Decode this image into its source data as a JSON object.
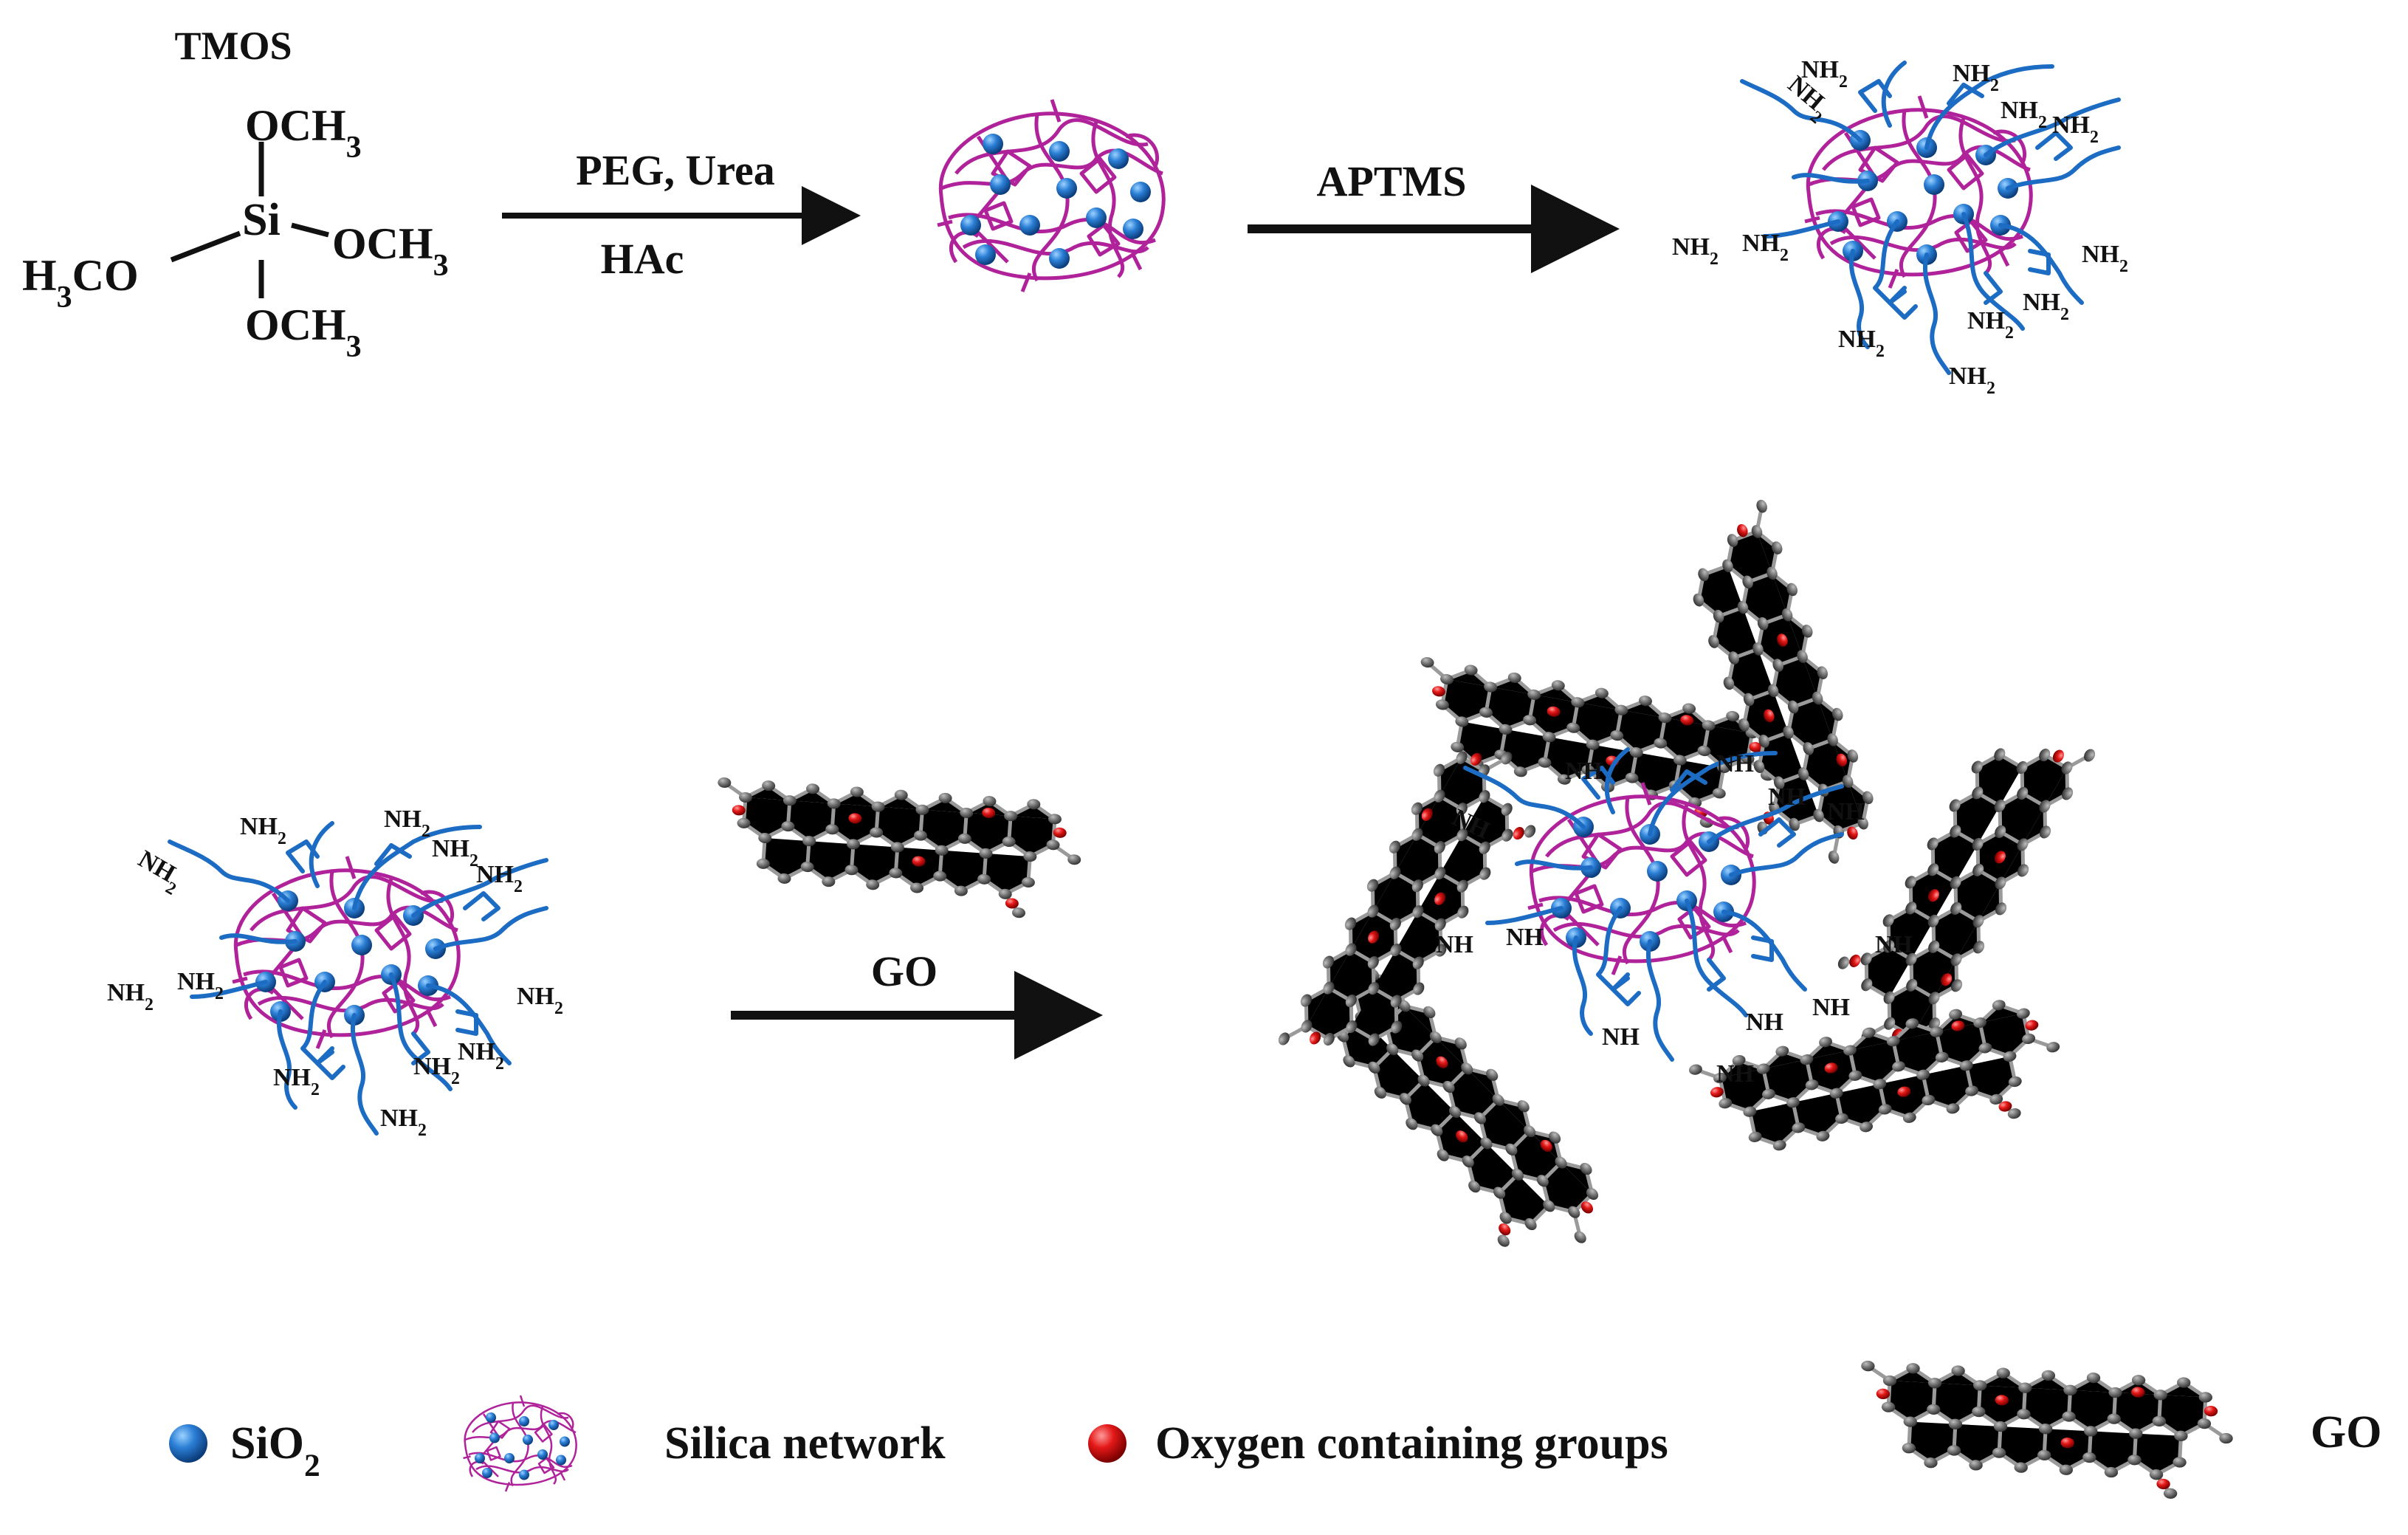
{
  "tmos": {
    "title": "TMOS",
    "center": "Si",
    "top": "OCH3",
    "right": "OCH3",
    "bottom": "OCH3",
    "left": "H3CO"
  },
  "step1": {
    "reagent_top": "PEG, Urea",
    "reagent_bottom": "HAc"
  },
  "step2": {
    "reagent_top": "APTMS"
  },
  "step3": {
    "reagent_top": "GO"
  },
  "amine_label": "NH2",
  "imine_label": "NH",
  "legend": {
    "sio2": "SiO2",
    "silica_network": "Silica network",
    "oxygen_groups": "Oxygen containing groups",
    "go": "GO"
  },
  "colors": {
    "network": "#b0229a",
    "sphere": "#1f6fc2",
    "chain": "#1c6cc4",
    "oxygen": "#e01616",
    "carbon": "#6f6f6f",
    "arrow": "#111111"
  }
}
